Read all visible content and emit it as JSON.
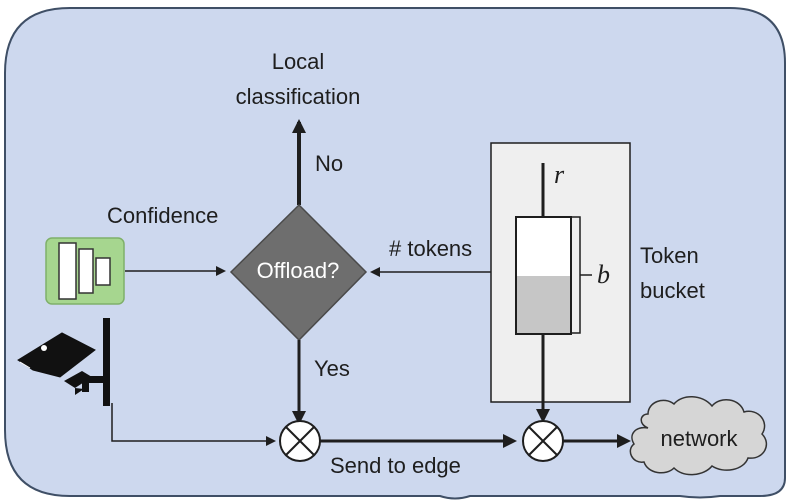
{
  "diagram": {
    "local_classification": "Local\nclassification",
    "local_line1": "Local",
    "local_line2": "classification",
    "no_label": "No",
    "yes_label": "Yes",
    "confidence_label": "Confidence",
    "decision_label": "Offload?",
    "tokens_label": "# tokens",
    "rate_symbol": "r",
    "bucket_size_symbol": "b",
    "token_label_line1": "Token",
    "token_label_line2": "bucket",
    "send_label": "Send to edge",
    "network_label": "network"
  },
  "colors": {
    "background": "#cdd8ee",
    "border": "#3f4f66",
    "diamond": "#6e6e6e",
    "model_box": "#a6d68f",
    "bucket_fill": "#c6c6c6",
    "bucket_panel": "#efefef",
    "cloud": "#d6d6d6"
  },
  "icons": {
    "model": "neural-network-model-icon",
    "camera": "security-camera-icon",
    "merge": "multiply-circle-icon",
    "cloud": "cloud-icon"
  }
}
